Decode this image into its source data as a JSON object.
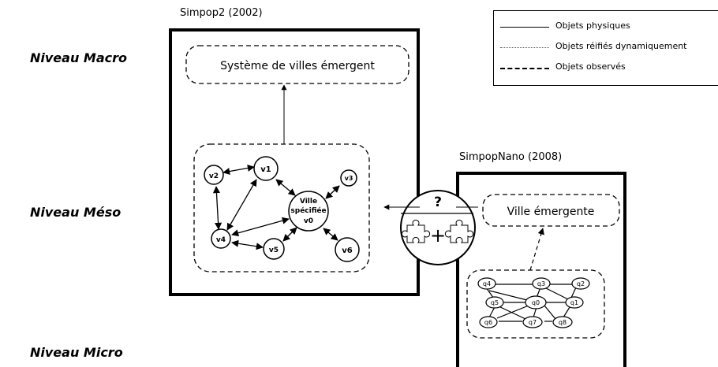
{
  "levels": {
    "macro": "Niveau Macro",
    "meso": "Niveau Méso",
    "micro": "Niveau Micro"
  },
  "models": {
    "simpop2": "Simpop2 (2002)",
    "simpopnano": "SimpopNano (2008)"
  },
  "legend": {
    "physical": "Objets physiques",
    "reified": "Objets réifiés dynamiquement",
    "observed": "Objets observés"
  },
  "simpop2": {
    "emergent_system": "Système de villes émergent",
    "specified_city_lines": [
      "Ville",
      "spécifiée",
      "v0"
    ],
    "nodes": [
      "v1",
      "v2",
      "v3",
      "v4",
      "v5",
      "v6"
    ]
  },
  "simpopnano": {
    "emergent_city": "Ville émergente",
    "nodes": [
      "q0",
      "q1",
      "q2",
      "q3",
      "q4",
      "q5",
      "q6",
      "q7",
      "q8"
    ]
  },
  "coupling": {
    "question": "?",
    "plus": "+"
  }
}
